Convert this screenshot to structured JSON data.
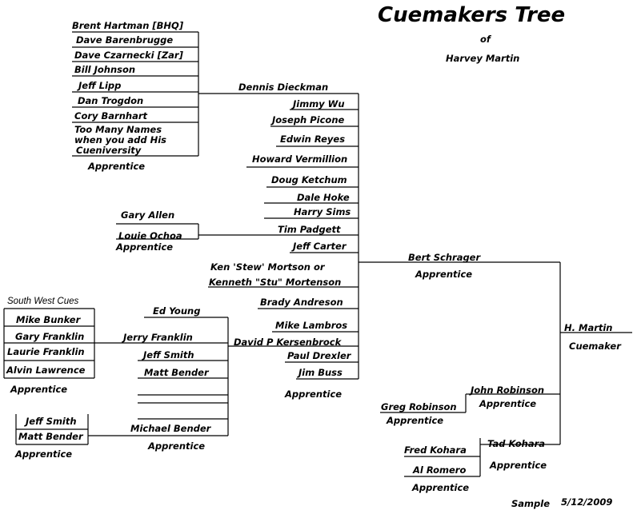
{
  "header": {
    "title": "Cuemakers Tree",
    "of": "of",
    "subject": "Harvey Martin"
  },
  "root": {
    "name": "H. Martin",
    "role": "Cuemaker"
  },
  "schrager": {
    "name": "Bert Schrager",
    "role": "Apprentice",
    "apprentices": [
      "Dennis Dieckman",
      "Jimmy Wu",
      "Joseph Picone",
      "Edwin Reyes",
      "Howard Vermillion",
      "Doug Ketchum",
      "Dale Hoke",
      "Harry Sims",
      "Tim Padgett",
      "Jeff Carter",
      "Ken 'Stew' Mortson or",
      "Kenneth \"Stu\" Mortenson",
      "Brady Andreson",
      "Mike Lambros",
      "David P Kersenbrock",
      "Paul Drexler",
      "Jim Buss"
    ],
    "group_label": "Apprentice"
  },
  "dieckman_group": {
    "names": [
      "Brent Hartman [BHQ]",
      "Dave Barenbrugge",
      "Dave Czarnecki [Zar]",
      "Bill Johnson",
      "Jeff Lipp",
      "Dan Trogdon",
      "Cory Barnhart"
    ],
    "note_lines": [
      "Too Many Names",
      "when you add His",
      "Cueniversity"
    ],
    "label": "Apprentice"
  },
  "padgett_group": {
    "names": [
      "Gary Allen",
      "Louie Ochoa"
    ],
    "label": "Apprentice"
  },
  "kersenbrock_group": {
    "names": [
      "Ed Young",
      "Jerry Franklin",
      "Jeff Smith",
      "Matt Bender",
      "Michael Bender"
    ],
    "label": "Apprentice"
  },
  "franklin_group": {
    "heading": "South West Cues",
    "names": [
      "Mike Bunker",
      "Gary Franklin",
      "Laurie Franklin",
      "Alvin Lawrence"
    ],
    "label": "Apprentice"
  },
  "bender_group": {
    "names": [
      "Jeff Smith",
      "Matt Bender"
    ],
    "label": "Apprentice"
  },
  "robinson": {
    "name": "John Robinson",
    "role": "Apprentice",
    "apprentice": "Greg Robinson",
    "apprentice_label": "Apprentice"
  },
  "kohara": {
    "name": "Tad Kohara",
    "role": "Apprentice",
    "apprentices": [
      "Fred  Kohara",
      "Al  Romero"
    ],
    "apprentice_label": "Apprentice"
  },
  "footer": {
    "label": "Sample",
    "date": "5/12/2009"
  }
}
